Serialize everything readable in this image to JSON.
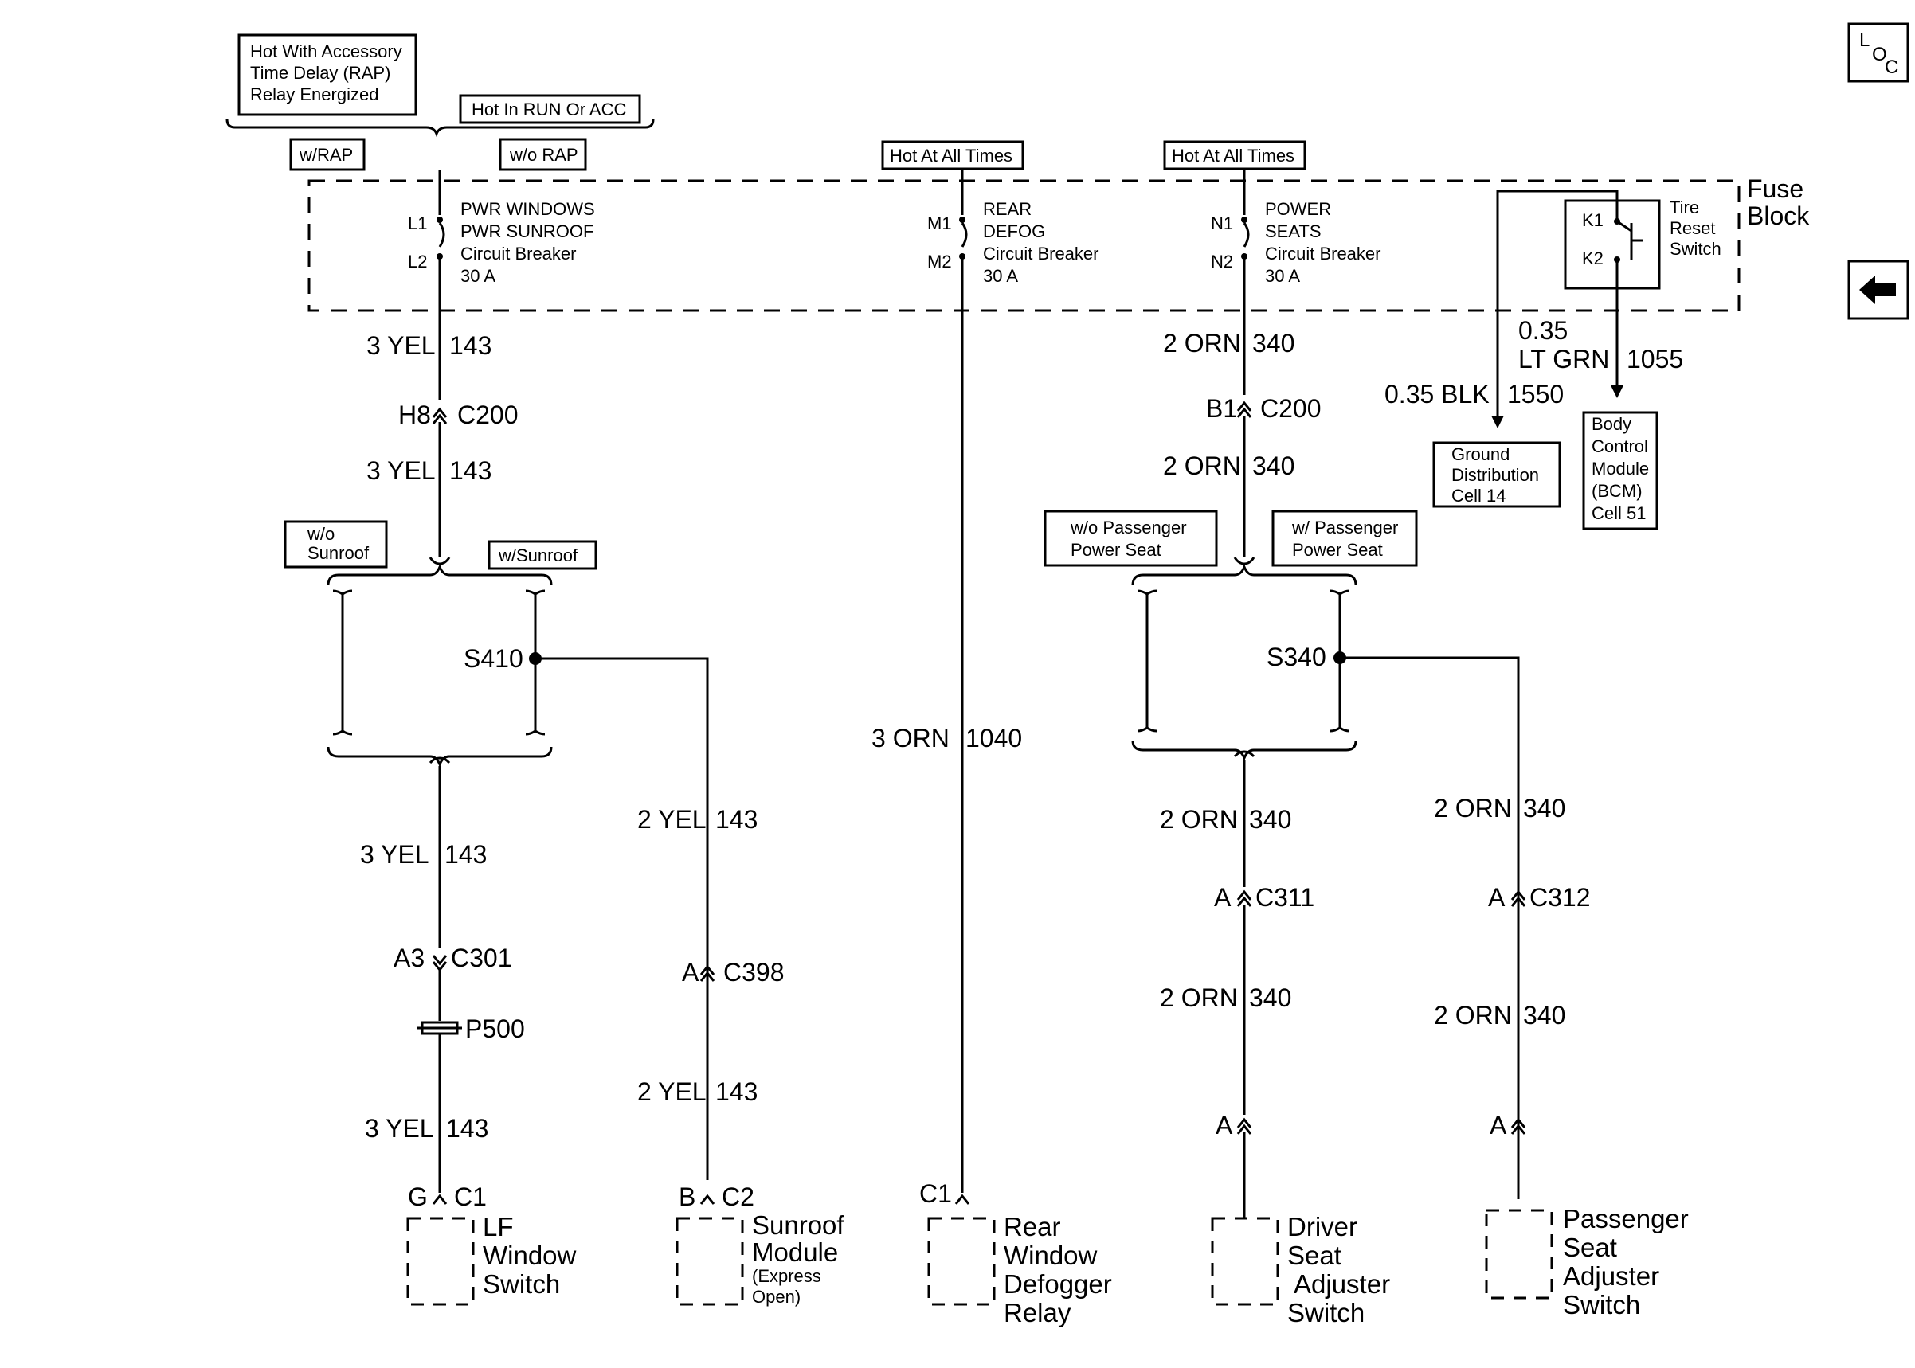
{
  "power_labels": {
    "rap_relay": [
      "Hot With Accessory",
      "Time Delay (RAP)",
      "Relay Energized"
    ],
    "run_acc": "Hot In RUN Or ACC",
    "w_rap": "w/RAP",
    "wo_rap": "w/o RAP",
    "hot_all_times_1": "Hot At All Times",
    "hot_all_times_2": "Hot At All Times"
  },
  "fuse_block": {
    "label": [
      "Fuse",
      "Block"
    ],
    "breakers": [
      {
        "pin_top": "L1",
        "pin_bottom": "L2",
        "lines": [
          "PWR WINDOWS",
          "PWR SUNROOF",
          "Circuit Breaker",
          "30 A"
        ]
      },
      {
        "pin_top": "M1",
        "pin_bottom": "M2",
        "lines": [
          "REAR",
          "DEFOG",
          "Circuit Breaker",
          "30 A"
        ]
      },
      {
        "pin_top": "N1",
        "pin_bottom": "N2",
        "lines": [
          "POWER",
          "SEATS",
          "Circuit Breaker",
          "30 A"
        ]
      }
    ],
    "tire_reset": {
      "pin_top": "K1",
      "pin_bottom": "K2",
      "lines": [
        "Tire",
        "Reset",
        "Switch"
      ]
    }
  },
  "options": {
    "wo_sunroof": [
      "w/o",
      "Sunroof"
    ],
    "w_sunroof": "w/Sunroof",
    "wo_pass_seat": [
      "w/o Passenger",
      "Power Seat"
    ],
    "w_pass_seat": [
      "w/ Passenger",
      "Power Seat"
    ]
  },
  "references": {
    "ground": [
      "Ground",
      "Distribution",
      "Cell 14"
    ],
    "bcm": [
      "Body",
      "Control",
      "Module",
      "(BCM)",
      "Cell 51"
    ]
  },
  "wires": {
    "yel_143_a": {
      "gauge": "3 YEL",
      "circuit": "143"
    },
    "yel_143_b": {
      "gauge": "3 YEL",
      "circuit": "143"
    },
    "yel_143_c": {
      "gauge": "3 YEL",
      "circuit": "143"
    },
    "yel_143_d": {
      "gauge": "3 YEL",
      "circuit": "143"
    },
    "yel2_143_a": {
      "gauge": "2 YEL",
      "circuit": "143"
    },
    "yel2_143_b": {
      "gauge": "2 YEL",
      "circuit": "143"
    },
    "orn3_1040": {
      "gauge": "3 ORN",
      "circuit": "1040"
    },
    "orn_340_a": {
      "gauge": "2 ORN",
      "circuit": "340"
    },
    "orn_340_b": {
      "gauge": "2 ORN",
      "circuit": "340"
    },
    "orn_340_c": {
      "gauge": "2 ORN",
      "circuit": "340"
    },
    "orn_340_d": {
      "gauge": "2 ORN",
      "circuit": "340"
    },
    "orn_340_e": {
      "gauge": "2 ORN",
      "circuit": "340"
    },
    "orn_340_f": {
      "gauge": "2 ORN",
      "circuit": "340"
    },
    "blk_1550": {
      "gauge": "0.35 BLK",
      "circuit": "1550"
    },
    "ltgrn_gauge": "0.35",
    "ltgrn_color": "LT GRN",
    "ltgrn_circuit": "1055"
  },
  "connectors": {
    "h8": {
      "pin": "H8",
      "name": "C200"
    },
    "b1": {
      "pin": "B1",
      "name": "C200"
    },
    "a3": {
      "pin": "A3",
      "name": "C301"
    },
    "c398": {
      "pin": "A",
      "name": "C398"
    },
    "c311": {
      "pin": "A",
      "name": "C311"
    },
    "c312": {
      "pin": "A",
      "name": "C312"
    },
    "driver_in": {
      "pin": "A"
    },
    "pass_in": {
      "pin": "A"
    },
    "p500": "P500",
    "lf_c1": {
      "pin": "G",
      "name": "C1"
    },
    "sunroof_c2": {
      "pin": "B",
      "name": "C2"
    },
    "defog_c1": "C1"
  },
  "splices": {
    "s410": "S410",
    "s340": "S340"
  },
  "components": {
    "lf_window": [
      "LF",
      "Window",
      "Switch"
    ],
    "sunroof": [
      "Sunroof",
      "Module"
    ],
    "sunroof_note": [
      "(Express",
      "Open)"
    ],
    "defogger": [
      "Rear",
      "Window",
      "Defogger",
      "Relay"
    ],
    "driver_seat": [
      "Driver",
      "Seat",
      "Adjuster",
      "Switch"
    ],
    "pass_seat": [
      "Passenger",
      "Seat",
      "Adjuster",
      "Switch"
    ]
  },
  "nav": {
    "loc_l": "L",
    "loc_o": "O",
    "loc_c": "C"
  }
}
